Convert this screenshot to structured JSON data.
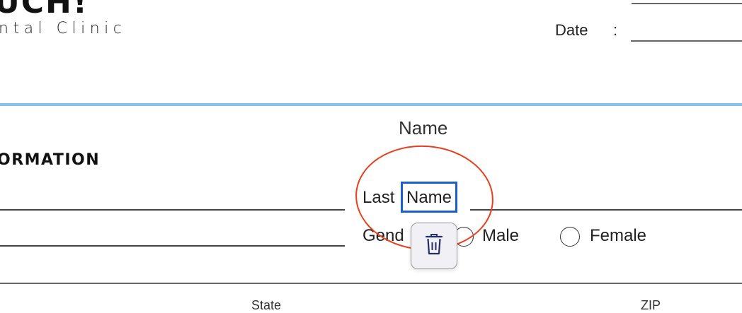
{
  "header": {
    "brand_title": "UCH!",
    "brand_subtitle": "ntal Clinic",
    "date_label": "Date",
    "date_colon": ":"
  },
  "section": {
    "title": "ORMATION"
  },
  "form": {
    "last_label_prefix": "Last",
    "last_label_selected": "Name",
    "gender_label": "Gend",
    "gender_options": [
      "Male",
      "Female"
    ],
    "state_label": "State",
    "zip_label": "ZIP"
  },
  "overlay": {
    "tooltip_text": "Name",
    "delete_button_icon": "trash-icon",
    "accent_selection": "#1a5fd0",
    "annotation_color": "#e8401c",
    "rule_color": "#86c4e6"
  }
}
